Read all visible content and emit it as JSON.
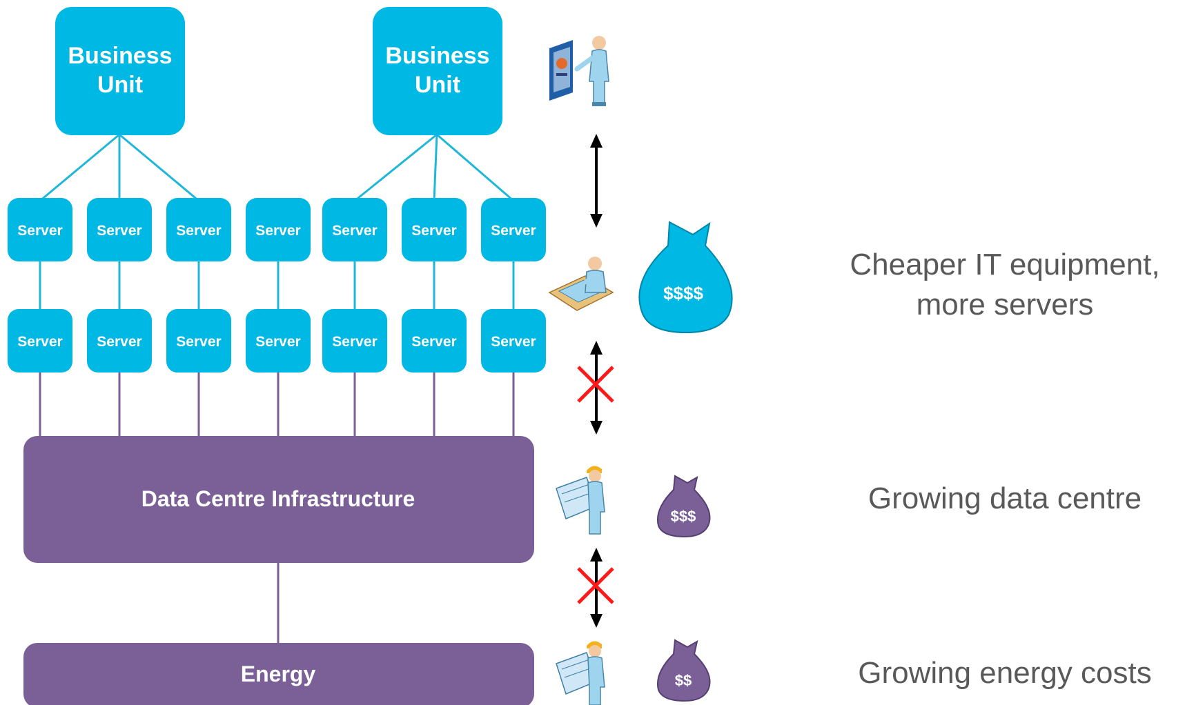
{
  "colors": {
    "business": "#00B8E4",
    "server": "#00B8E4",
    "infra": "#7A6097",
    "cyan_line": "#1FB7D8",
    "purple_line": "#7A6097",
    "arrow": "#000000",
    "cross": "#FF1A1A",
    "caption": "#595959"
  },
  "business_units": [
    {
      "label_line1": "Business",
      "label_line2": "Unit"
    },
    {
      "label_line1": "Business",
      "label_line2": "Unit"
    }
  ],
  "server_label": "Server",
  "infrastructure_label": "Data Centre Infrastructure",
  "energy_label": "Energy",
  "money_bags": [
    {
      "label": "$$$$",
      "color": "#00B8E4"
    },
    {
      "label": "$$$",
      "color": "#7A6097"
    },
    {
      "label": "$$",
      "color": "#7A6097"
    }
  ],
  "icons": [
    "presenter-person-icon",
    "desk-worker-icon",
    "engineer-blueprint-icon",
    "engineer-blueprint-icon"
  ],
  "captions": {
    "it": {
      "line1": "Cheaper IT equipment,",
      "line2": "more servers"
    },
    "dc": "Growing data centre",
    "energy": "Growing energy costs"
  }
}
